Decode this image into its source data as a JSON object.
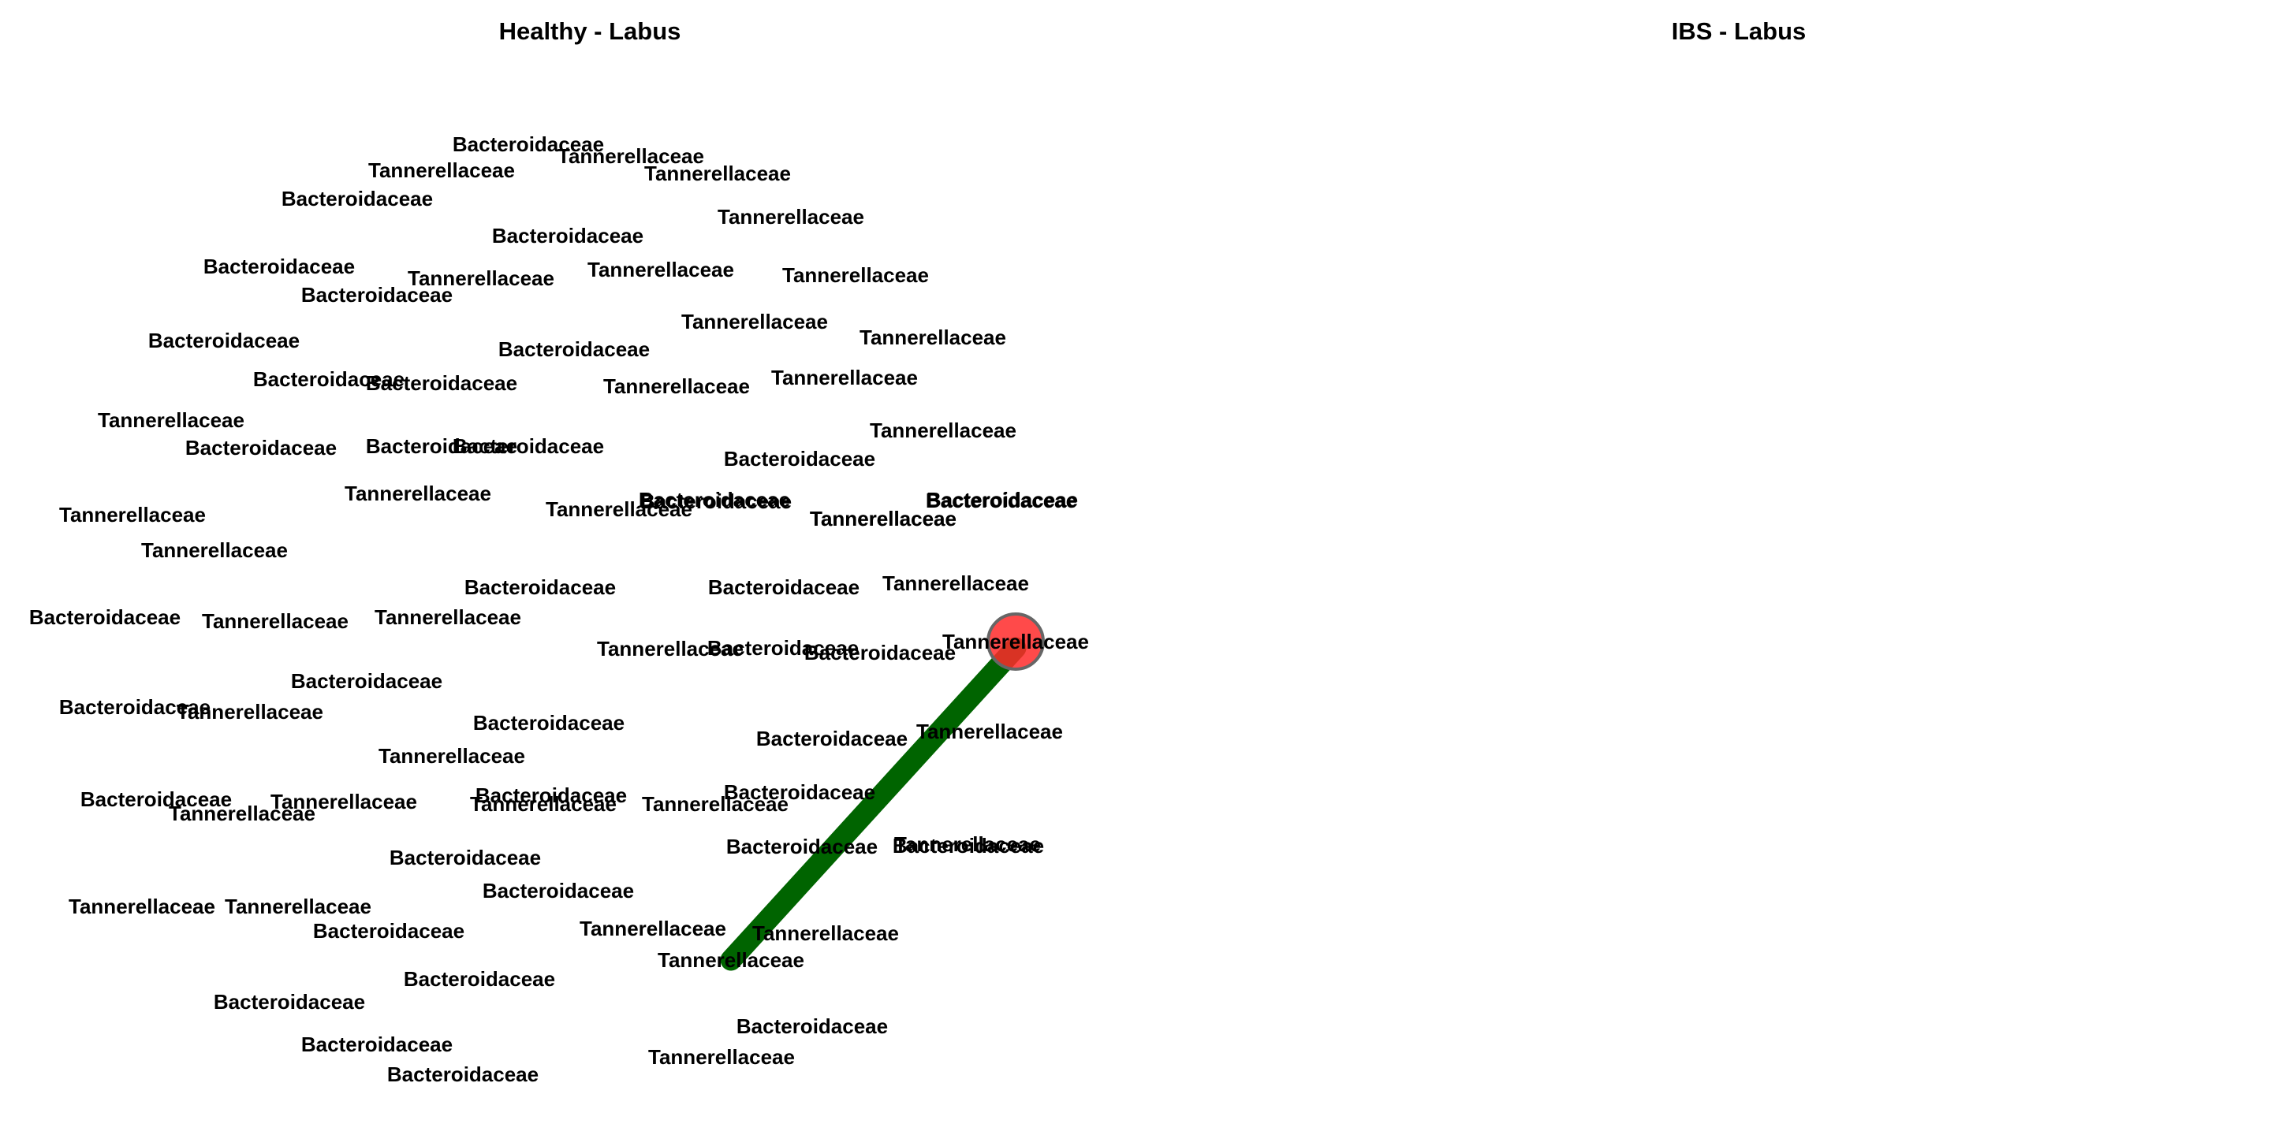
{
  "panels": [
    {
      "title": "Healthy - Labus"
    },
    {
      "title": "IBS - Labus"
    }
  ],
  "colors": {
    "node_fill": "#ff2a2a",
    "node_stroke": "#666666",
    "edge": "#006400",
    "text": "#000000",
    "background": "#ffffff"
  },
  "network": {
    "nodes": [
      "Bacteroidaceae",
      "Tannerellaceae",
      "Tannerellaceae",
      "Tannerellaceae",
      "Bacteroidaceae",
      "Bacteroidaceae",
      "Tannerellaceae",
      "Bacteroidaceae",
      "Tannerellaceae",
      "Tannerellaceae",
      "Tannerellaceae",
      "Bacteroidaceae",
      "Tannerellaceae",
      "Bacteroidaceae",
      "Tannerellaceae",
      "Bacteroidaceae",
      "Bacteroidaceae",
      "Bacteroidaceae",
      "Tannerellaceae",
      "Tannerellaceae",
      "Tannerellaceae",
      "Bacteroidaceae",
      "Bacteroidaceae",
      "Tannerellaceae",
      "Bacteroidaceae",
      "Tannerellaceae",
      "Bacteroidaceae",
      "Bacteroidaceae",
      "Bacteroidaceae",
      "Tannerellaceae",
      "Tannerellaceae",
      "Tannerellaceae",
      "Tannerellaceae",
      "Tannerellaceae",
      "Bacteroidaceae",
      "Tannerellaceae",
      "Bacteroidaceae",
      "Bacteroidaceae",
      "Bacteroidaceae",
      "Tannerellaceae",
      "Tannerellaceae",
      "Bacteroidaceae",
      "Bacteroidaceae",
      "Bacteroidaceae",
      "Bacteroidaceae",
      "Tannerellaceae",
      "Bacteroidaceae",
      "Tannerellaceae",
      "Bacteroidaceae",
      "Tannerellaceae",
      "Bacteroidaceae",
      "Tannerellaceae",
      "Tannerellaceae",
      "Tannerellaceae",
      "Bacteroidaceae",
      "Bacteroidaceae",
      "Tannerellaceae",
      "Bacteroidaceae",
      "Tannerellaceae",
      "Tannerellaceae",
      "Bacteroidaceae",
      "Tannerellaceae",
      "Bacteroidaceae",
      "Bacteroidaceae",
      "Tannerellaceae",
      "Tannerellaceae",
      "Tannerellaceae",
      "Bacteroidaceae",
      "Tannerellaceae",
      "Bacteroidaceae",
      "Tannerellaceae",
      "Bacteroidaceae",
      "Bacteroidaceae",
      "Bacteroidaceae",
      "Bacteroidaceae",
      "Bacteroidaceae",
      "Tannerellaceae"
    ],
    "highlighted_node": 51,
    "edges": [
      {
        "source": 51,
        "target": 70
      }
    ]
  }
}
